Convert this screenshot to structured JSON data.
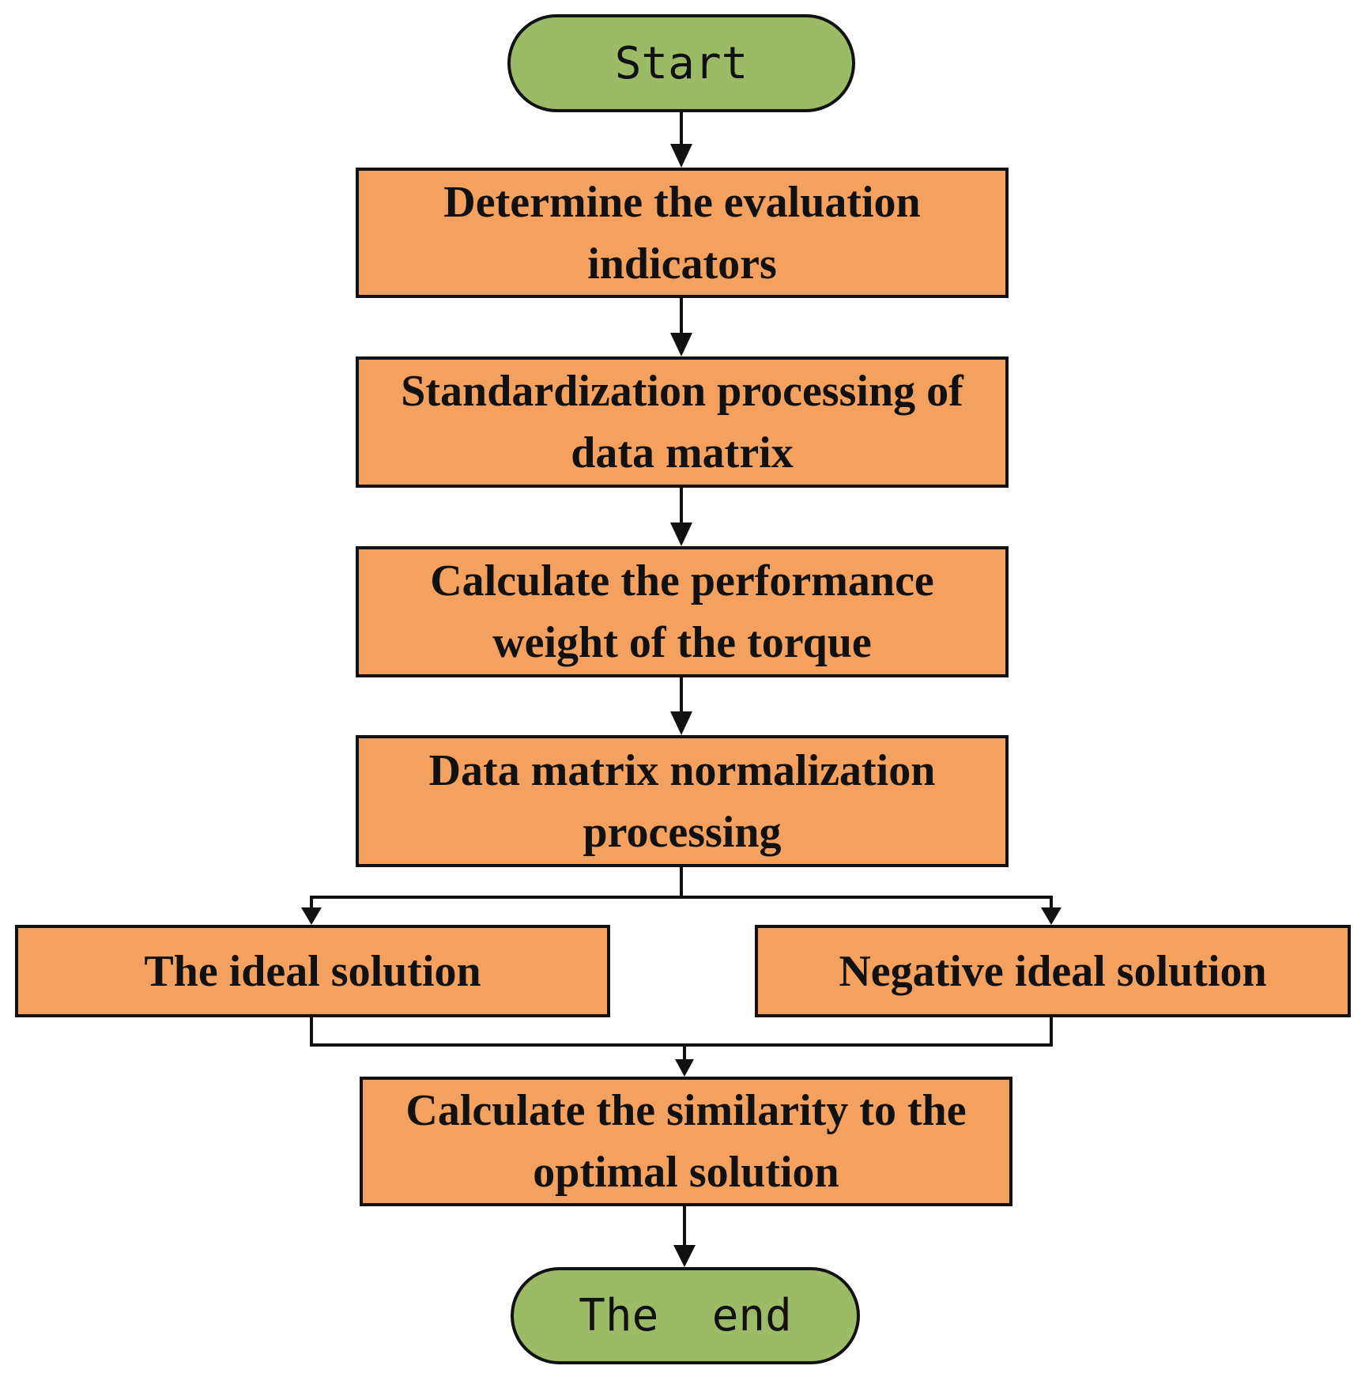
{
  "flowchart": {
    "start": "Start",
    "steps": [
      "Determine the evaluation indicators",
      "Standardization processing of data matrix",
      "Calculate the performance weight of the torque",
      "Data matrix normalization processing"
    ],
    "branches": {
      "left": "The ideal solution",
      "right": "Negative ideal solution"
    },
    "final_step": "Calculate the similarity to the optimal solution",
    "end": "The  end"
  },
  "colors": {
    "process_fill": "#f4a05e",
    "terminal_fill": "#9bbb67",
    "stroke": "#111111"
  }
}
